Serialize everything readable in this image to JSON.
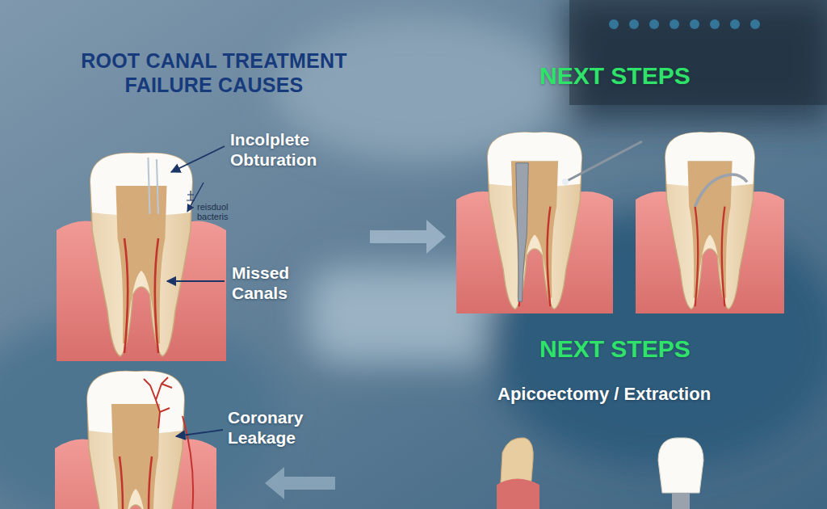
{
  "diagram": {
    "title": "ROOT CANAL TREATMENT FAILURE CAUSES",
    "labels": [
      "Incolplete Obturation",
      "reisduol bacteris",
      "Missed Canals",
      "Coronary Leakage",
      "NEXT STEPS",
      "NEXT STEPS",
      "Apicoectomy / Extraction"
    ]
  }
}
